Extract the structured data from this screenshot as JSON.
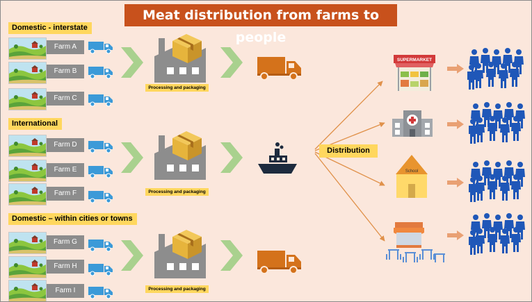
{
  "title": "Meat distribution from farms to people",
  "sections": [
    {
      "label": "Domestic - interstate",
      "farms": [
        "Farm A",
        "Farm B",
        "Farm C"
      ]
    },
    {
      "label": "International",
      "farms": [
        "Farm D",
        "Farm E",
        "Farm F"
      ]
    },
    {
      "label": "Domestic – within cities or towns",
      "farms": [
        "Farm G",
        "Farm H",
        "Farm I"
      ]
    }
  ],
  "processing_label": "Processing and packaging",
  "distribution_label": "Distribution",
  "supermarket_sign": "SUPERMARKET",
  "school_sign": "School",
  "colors": {
    "title_bg": "#c8511c",
    "label_bg": "#ffd75e",
    "background": "#fbe7dc",
    "truck_small": "#3b9ad8",
    "truck_large": "#d4721b",
    "chevron": "#a9d18e",
    "factory": "#8d8d8d",
    "box": "#e6b43c",
    "people": "#1f57b8",
    "arrow": "#e9a073",
    "flow_line": "#e0914a",
    "ship": "#1d2b3e"
  }
}
